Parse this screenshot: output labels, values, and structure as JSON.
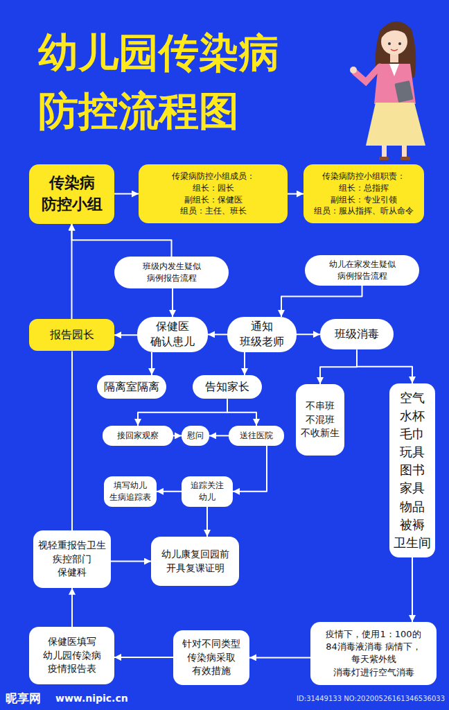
{
  "diagram": {
    "title": "幼儿园传染病 防控流程图",
    "nodes": [
      {
        "text": [
          "传染病 防控小组"
        ]
      },
      {
        "text": [
          "传梁病防控小组成员：",
          "组长：园长",
          "副组长：保健医",
          "组员：主任、班长"
        ]
      },
      {
        "text": [
          "传染病防控小组职责：",
          "组长：总指挥",
          "副组长：专业引领",
          "组员：服从指挥、听从命令"
        ]
      },
      {
        "text": [
          "班级内发生疑似 病例报告流程"
        ]
      },
      {
        "text": [
          "幼儿在家发生疑似 病例报告流程"
        ]
      },
      {
        "text": [
          "报告园长"
        ]
      },
      {
        "text": [
          "保健医 确认患儿"
        ]
      },
      {
        "text": [
          "通知 班级老师"
        ]
      },
      {
        "text": [
          "班级消毒"
        ]
      },
      {
        "text": [
          "隔离室隔离"
        ]
      },
      {
        "text": [
          "告知家长"
        ]
      },
      {
        "text": [
          "不串班 不混班 不收新生"
        ]
      },
      {
        "text": [
          "空气 水杯 毛巾 玩具 图书 家具 物品 被褥 卫生间"
        ]
      },
      {
        "text": [
          "接回家观察"
        ]
      },
      {
        "text": [
          "慰问"
        ]
      },
      {
        "text": [
          "送往医院"
        ]
      },
      {
        "text": [
          "填写幼儿 生病追踪表"
        ]
      },
      {
        "text": [
          "追踪关注 幼儿"
        ]
      },
      {
        "text": [
          "视轻重报告卫生 疾控部门 保健科"
        ]
      },
      {
        "text": [
          "幼儿康复回园前 开具复课证明"
        ]
      },
      {
        "text": [
          "疫情下，使用1：100的 84消毒液消毒 病情下，每天紫外线 消毒灯进行空气消毒"
        ]
      },
      {
        "text": [
          "针对不同类型 传染病采取 有效措施"
        ]
      },
      {
        "text": [
          "保健医填写 幼儿园传染病 疫情报告表"
        ]
      }
    ],
    "edges": [
      {
        "from": 0,
        "to": 1,
        "arrow": "to"
      },
      {
        "from": 1,
        "to": 2,
        "arrow": "to"
      },
      {
        "from": 3,
        "to": 0,
        "arrow": "to"
      },
      {
        "from": 5,
        "to": 0,
        "arrow": "to"
      },
      {
        "from": 18,
        "to": 5,
        "arrow": "none"
      },
      {
        "from": 4,
        "to": 7,
        "arrow": "to"
      },
      {
        "from": 3,
        "to": 6,
        "arrow": "to"
      },
      {
        "from": 6,
        "to": 5,
        "arrow": "to"
      },
      {
        "from": 7,
        "to": 6,
        "arrow": "to"
      },
      {
        "from": 7,
        "to": 8,
        "arrow": "to"
      },
      {
        "from": 6,
        "to": 9,
        "arrow": "to"
      },
      {
        "from": 7,
        "to": 10,
        "arrow": "to"
      },
      {
        "from": 8,
        "to": 11,
        "arrow": "to"
      },
      {
        "from": 8,
        "to": 12,
        "arrow": "to"
      },
      {
        "from": 10,
        "to": 13,
        "arrow": "to"
      },
      {
        "from": 10,
        "to": 15,
        "arrow": "to"
      },
      {
        "from": 13,
        "to": 14,
        "arrow": "to"
      },
      {
        "from": 15,
        "to": 14,
        "arrow": "to"
      },
      {
        "from": 15,
        "to": 17,
        "arrow": "to"
      },
      {
        "from": 17,
        "to": 16,
        "arrow": "to"
      },
      {
        "from": 17,
        "to": 19,
        "arrow": "to"
      },
      {
        "from": 18,
        "to": 19,
        "arrow": "to"
      },
      {
        "from": 12,
        "to": 20,
        "arrow": "to"
      },
      {
        "from": 20,
        "to": 21,
        "arrow": "to"
      },
      {
        "from": 21,
        "to": 22,
        "arrow": "to"
      },
      {
        "from": 22,
        "to": 18,
        "arrow": "to"
      }
    ],
    "labels": [
      "昵享网",
      "www.nipic.cn",
      "ID:31449133 NO:20200526161346536033"
    ]
  }
}
